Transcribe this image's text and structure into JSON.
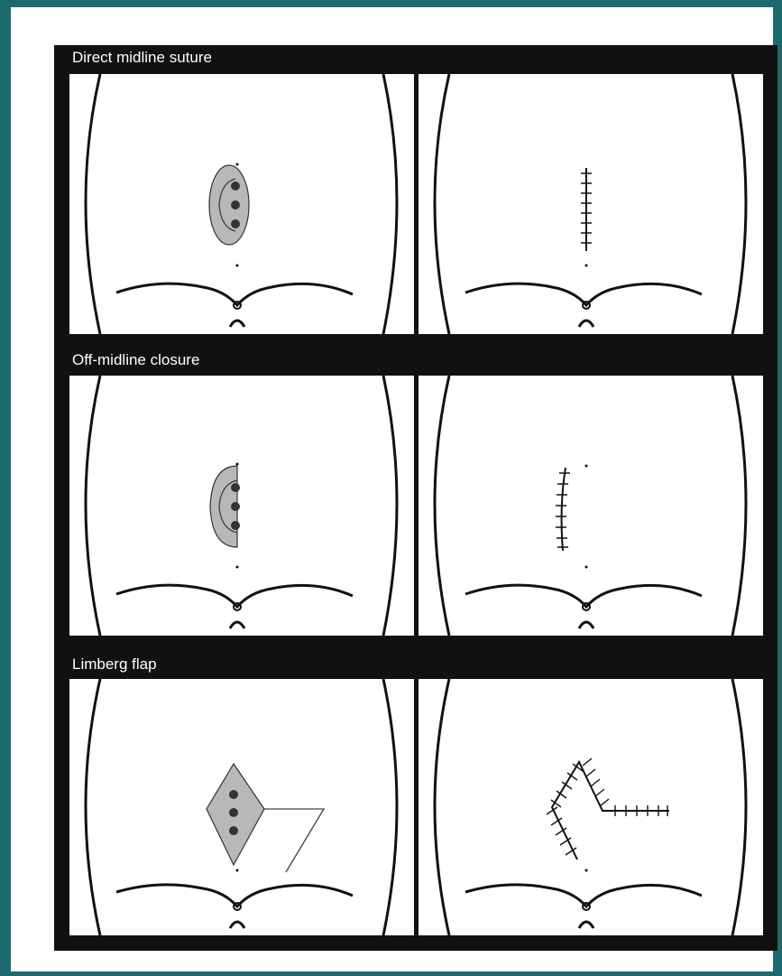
{
  "figure": {
    "sections": [
      {
        "id": "direct",
        "label": "Direct midline suture"
      },
      {
        "id": "offmidline",
        "label": "Off-midline closure"
      },
      {
        "id": "limberg",
        "label": "Limberg flap"
      }
    ]
  },
  "colors": {
    "background": "#1d6a6e",
    "panel": "#111111",
    "lesion_fill": "#b8b8b8",
    "ink": "#111111"
  }
}
